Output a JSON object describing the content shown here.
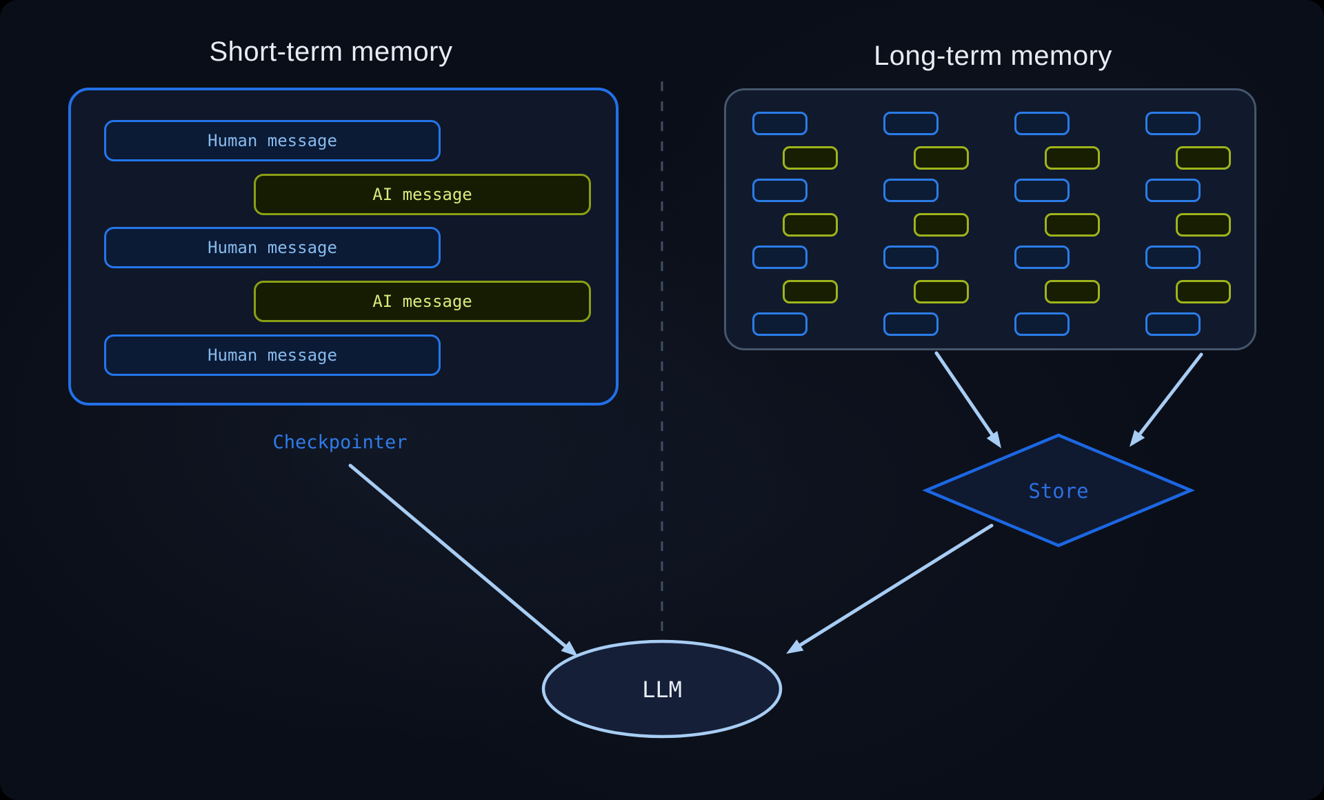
{
  "titles": {
    "short_term_memory": "Short-term memory",
    "long_term_memory": "Long-term memory"
  },
  "short_term_panel": {
    "messages": [
      {
        "type": "human",
        "label": "Human message"
      },
      {
        "type": "ai",
        "label": "AI message"
      },
      {
        "type": "human",
        "label": "Human message"
      },
      {
        "type": "ai",
        "label": "AI message"
      },
      {
        "type": "human",
        "label": "Human message"
      }
    ],
    "caption": "Checkpointer"
  },
  "long_term_panel": {
    "columns": 4,
    "row_pattern": [
      "human",
      "ai",
      "human",
      "ai",
      "human",
      "ai",
      "human"
    ]
  },
  "store": {
    "label": "Store"
  },
  "llm": {
    "label": "LLM"
  },
  "colors": {
    "background": "#0a0e18",
    "title_text": "#e9ecf3",
    "panel_border_blue": "#2270e8",
    "panel_border_gray": "#46566c",
    "human_border": "#2576eb",
    "human_fill": "#0b1b36",
    "human_text": "#87baec",
    "ai_border": "#8ba015",
    "ai_fill": "#151c02",
    "ai_text": "#dce97e",
    "pill_blue_border": "#2b7ce9",
    "pill_yellow_border": "#9fb41c",
    "checkpointer_text": "#2f7ce9",
    "store_border": "#1c67e2",
    "store_text": "#2d6fe2",
    "arrow": "#a8cdf4",
    "llm_border": "#a8cdf4",
    "llm_text": "#e9eef6",
    "divider": "#3e4e63"
  }
}
